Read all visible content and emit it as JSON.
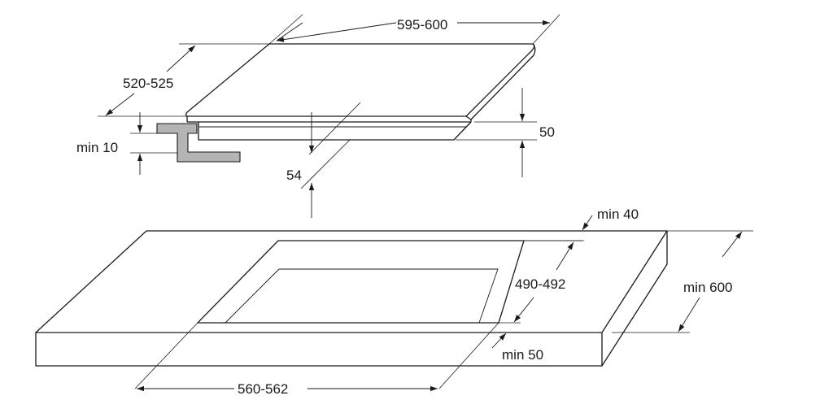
{
  "dimensions": {
    "hob_width": "595-600",
    "hob_depth": "520-525",
    "hob_clearance": "min 10",
    "hob_height": "50",
    "hob_built_in_depth": "54",
    "rear_clearance": "min 40",
    "cutout_depth": "490-492",
    "worktop_depth": "min 600",
    "front_clearance": "min 50",
    "cutout_width": "560-562"
  },
  "colors": {
    "line": "#1a1a1a",
    "bracket_fill": "#b4b4b4",
    "background": "#ffffff"
  }
}
